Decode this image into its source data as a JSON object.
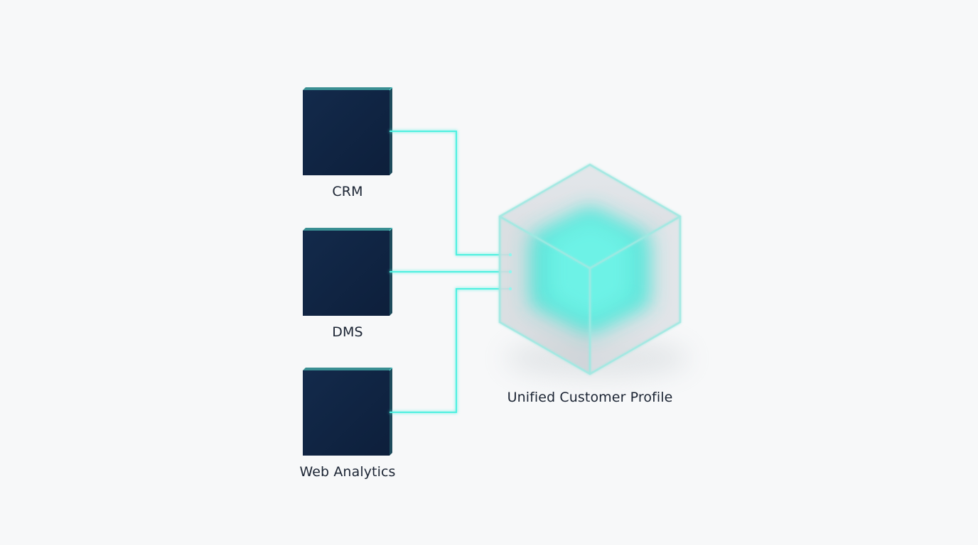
{
  "sources": [
    {
      "label": "CRM"
    },
    {
      "label": "DMS"
    },
    {
      "label": "Web Analytics"
    }
  ],
  "hub": {
    "label": "Unified Customer Profile"
  },
  "colors": {
    "background": "#f7f8f9",
    "source_block": "#13294a",
    "connector": "#4ff0e0",
    "core_glow": "#3fe8d8",
    "label_text": "#1b2433"
  }
}
